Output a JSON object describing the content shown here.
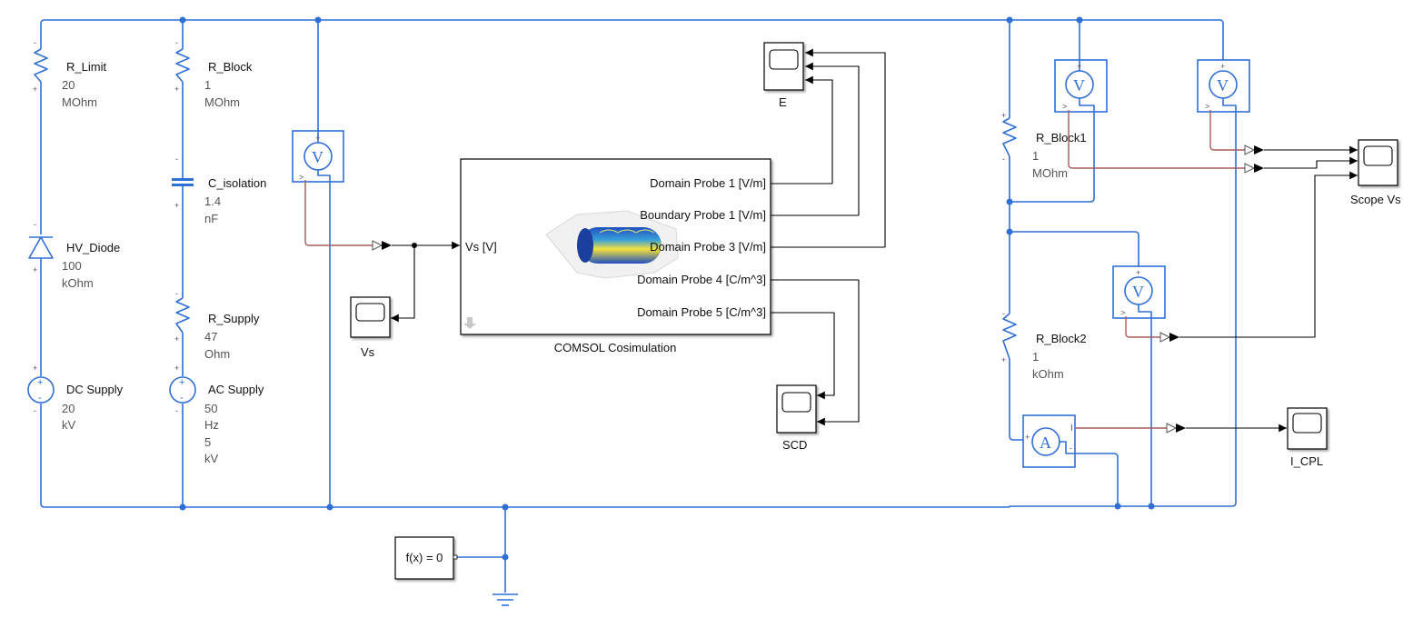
{
  "diagram": {
    "title": "COMSOL cosimulation circuit",
    "colors": {
      "physical_wire": "#2f6fd6",
      "signal_line": "#000000",
      "converter_line": "#a85a5a"
    },
    "components": {
      "r_limit": {
        "name": "R_Limit",
        "value": "20",
        "unit": "MOhm"
      },
      "hv_diode": {
        "name": "HV_Diode",
        "value": "100",
        "unit": "kOhm"
      },
      "dc_supply": {
        "name": "DC Supply",
        "value": "20",
        "unit": "kV"
      },
      "r_block": {
        "name": "R_Block",
        "value": "1",
        "unit": "MOhm"
      },
      "c_isolation": {
        "name": "C_isolation",
        "value": "1.4",
        "unit": "nF"
      },
      "r_supply": {
        "name": "R_Supply",
        "value": "47",
        "unit": "Ohm"
      },
      "ac_supply": {
        "name": "AC Supply",
        "freq_value": "50",
        "freq_unit": "Hz",
        "amp_value": "5",
        "amp_unit": "kV"
      },
      "r_block1": {
        "name": "R_Block1",
        "value": "1",
        "unit": "MOhm"
      },
      "r_block2": {
        "name": "R_Block2",
        "value": "1",
        "unit": "kOhm"
      }
    },
    "sensors": {
      "voltage_glyph": "V",
      "current_glyph": "A",
      "current_port": "I",
      "plus": "+",
      "minus": "-",
      "out": ">"
    },
    "cosim": {
      "name": "COMSOL Cosimulation",
      "input": "Vs [V]",
      "outputs": [
        "Domain Probe 1 [V/m]",
        "Boundary Probe 1 [V/m]",
        "Domain Probe 3 [V/m]",
        "Domain Probe 4 [C/m^3]",
        "Domain Probe 5 [C/m^3]"
      ]
    },
    "scopes": {
      "vs": "Vs",
      "e": "E",
      "scd": "SCD",
      "scope_vs": "Scope Vs",
      "i_cpl": "I_CPL"
    },
    "solver": {
      "label": "f(x) = 0"
    }
  }
}
